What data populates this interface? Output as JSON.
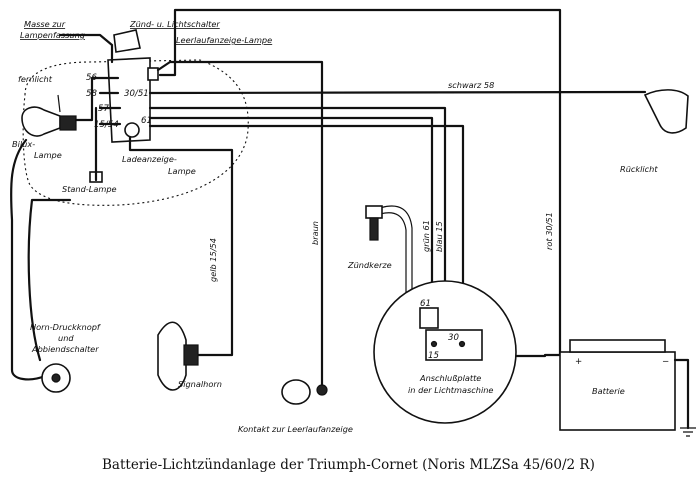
{
  "caption": "Batterie-Lichtzündanlage der Triumph-Cornet (Noris MLZSa 45/60/2 R)",
  "labels": {
    "masse": "Masse zur",
    "lampenfassung": "Lampenfassung",
    "zuend": "Zünd- u. Lichtschalter",
    "leerlauf_lampe": "Leerlaufanzeige-Lampe",
    "fernlicht": "fernlicht",
    "biluxlampe_1": "Bilux-",
    "biluxlampe_2": "Lampe",
    "standlampe": "Stand-Lampe",
    "ladeanzeige_1": "Ladeanzeige-",
    "ladeanzeige_2": "Lampe",
    "ruecklicht": "Rücklicht",
    "zuendkerze": "Zündkerze",
    "horn_1": "Horn-Druckknopf",
    "horn_2": "und",
    "horn_3": "Abbiendschalter",
    "signalhorn": "Signalhorn",
    "kontakt": "Kontakt zur Leerlaufanzeige",
    "anschluss_1": "Anschlußplatte",
    "anschluss_2": "in der Lichtmaschine",
    "batterie": "Batterie"
  },
  "terminals": {
    "t56": "56",
    "t58": "58",
    "t57": "57",
    "t1554": "15/54",
    "t3051": "30/51",
    "t61": "61",
    "ap61": "61",
    "ap30": "30",
    "ap15": "15"
  },
  "wires": {
    "schwarz": "schwarz 58",
    "gelb": "gelb 15/54",
    "braun": "braun",
    "gruen": "grün 61",
    "blau": "blau 15",
    "rot": "rot 30/51"
  },
  "battery_signs": {
    "plus": "+",
    "minus": "−"
  }
}
